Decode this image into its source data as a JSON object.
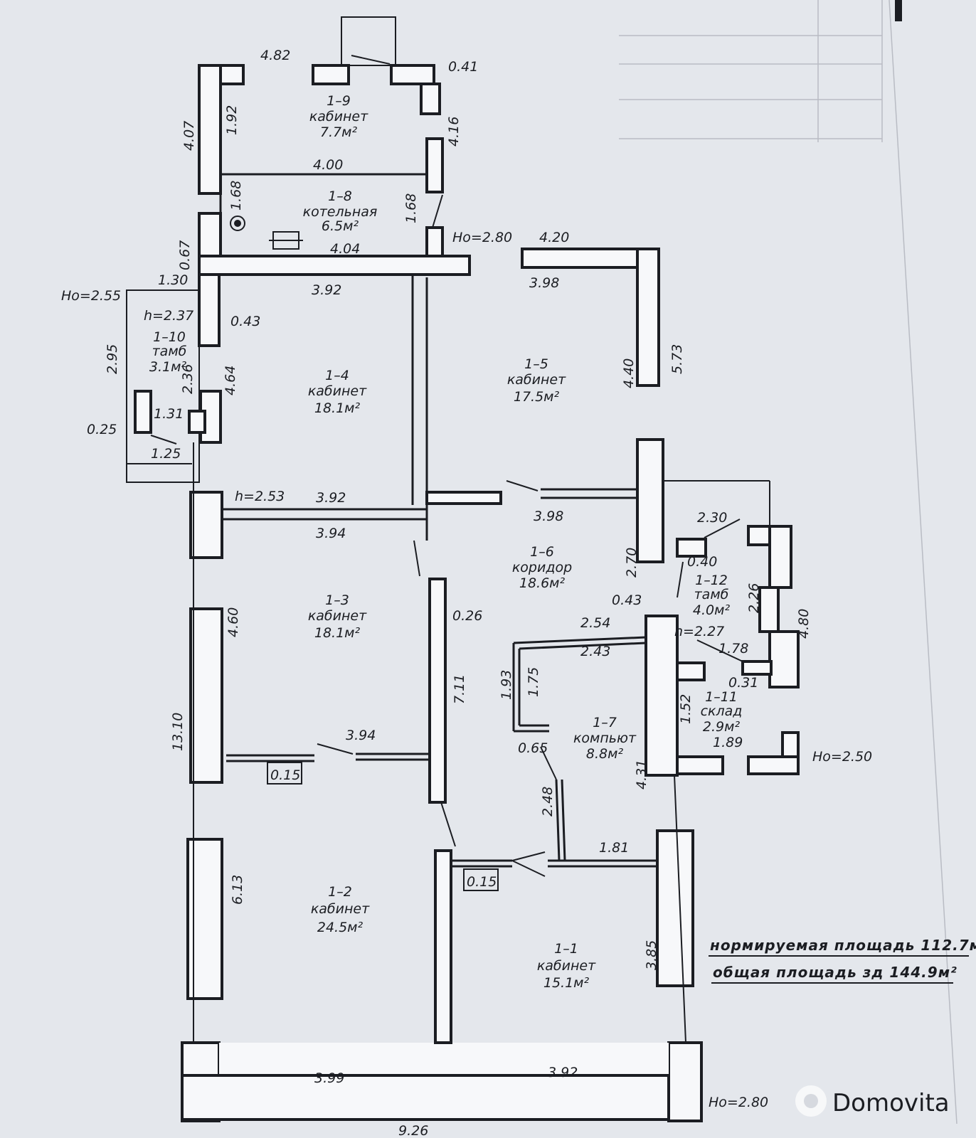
{
  "rooms": [
    {
      "id": "r19",
      "number": "1–9",
      "name": "кабинет",
      "area": "7.7м²"
    },
    {
      "id": "r18",
      "number": "1–8",
      "name": "котельная",
      "area": "6.5м²"
    },
    {
      "id": "r14",
      "number": "1–4",
      "name": "кабинет",
      "area": "18.1м²"
    },
    {
      "id": "r15",
      "number": "1–5",
      "name": "кабинет",
      "area": "17.5м²"
    },
    {
      "id": "r110",
      "number": "1–10",
      "name": "тамб",
      "area": "3.1м²"
    },
    {
      "id": "r16",
      "number": "1–6",
      "name": "коридор",
      "area": "18.6м²"
    },
    {
      "id": "r13",
      "number": "1–3",
      "name": "кабинет",
      "area": "18.1м²"
    },
    {
      "id": "r112",
      "number": "1–12",
      "name": "тамб",
      "area": "4.0м²"
    },
    {
      "id": "r111",
      "number": "1–11",
      "name": "склад",
      "area": "2.9м²"
    },
    {
      "id": "r17",
      "number": "1–7",
      "name": "компьют",
      "area": "8.8м²"
    },
    {
      "id": "r12",
      "number": "1–2",
      "name": "кабинет",
      "area": "24.5м²"
    },
    {
      "id": "r11",
      "number": "1–1",
      "name": "кабинет",
      "area": "15.1м²"
    }
  ],
  "dimensions": {
    "d1": "4.82",
    "d2": "0.41",
    "d3": "4.07",
    "d4": "1.92",
    "d5": "4.16",
    "d6": "4.00",
    "d7": "1.68",
    "d8": "1.68",
    "d9": "Но=2.80",
    "d10": "4.20",
    "d11": "0.67",
    "d12": "4.04",
    "d13": "1.30",
    "d14": "3.92",
    "d15": "3.98",
    "d16": "Но=2.55",
    "d17": "h=2.37",
    "d18": "0.43",
    "d19": "2.95",
    "d20": "2.36",
    "d21": "4.64",
    "d22": "4.40",
    "d23": "5.73",
    "d24": "1.31",
    "d25": "0.25",
    "d26": "1.25",
    "d27": "h=2.53",
    "d28": "3.92",
    "d29": "3.98",
    "d30": "3.94",
    "d31": "2.30",
    "d32": "2.70",
    "d33": "0.40",
    "d34": "2.26",
    "d35": "4.60",
    "d36": "0.26",
    "d37": "0.43",
    "d38": "4.80",
    "d39": "2.54",
    "d40": "h=2.27",
    "d41": "2.43",
    "d42": "1.78",
    "d43": "7.11",
    "d44": "1.93",
    "d45": "1.75",
    "d46": "0.31",
    "d47": "1.52",
    "d48": "1.89",
    "d49": "13.10",
    "d50": "3.94",
    "d51": "0.65",
    "d52": "Но=2.50",
    "d53": "0.15",
    "d54": "4.31",
    "d55": "2.48",
    "d56": "1.81",
    "d57": "0.15",
    "d58": "6.13",
    "d59": "3.85",
    "d60": "3.99",
    "d61": "3.92",
    "d62": "Но=2.80",
    "d63": "9.26"
  },
  "summary": {
    "normalized": "нормируемая площадь 112.7м",
    "total": "общая площадь зд 144.9м²"
  },
  "watermark": "Domovita",
  "colors": {
    "paper": "#f7f8fa",
    "ink": "#1b1d22",
    "background": "#e4e7ec"
  }
}
